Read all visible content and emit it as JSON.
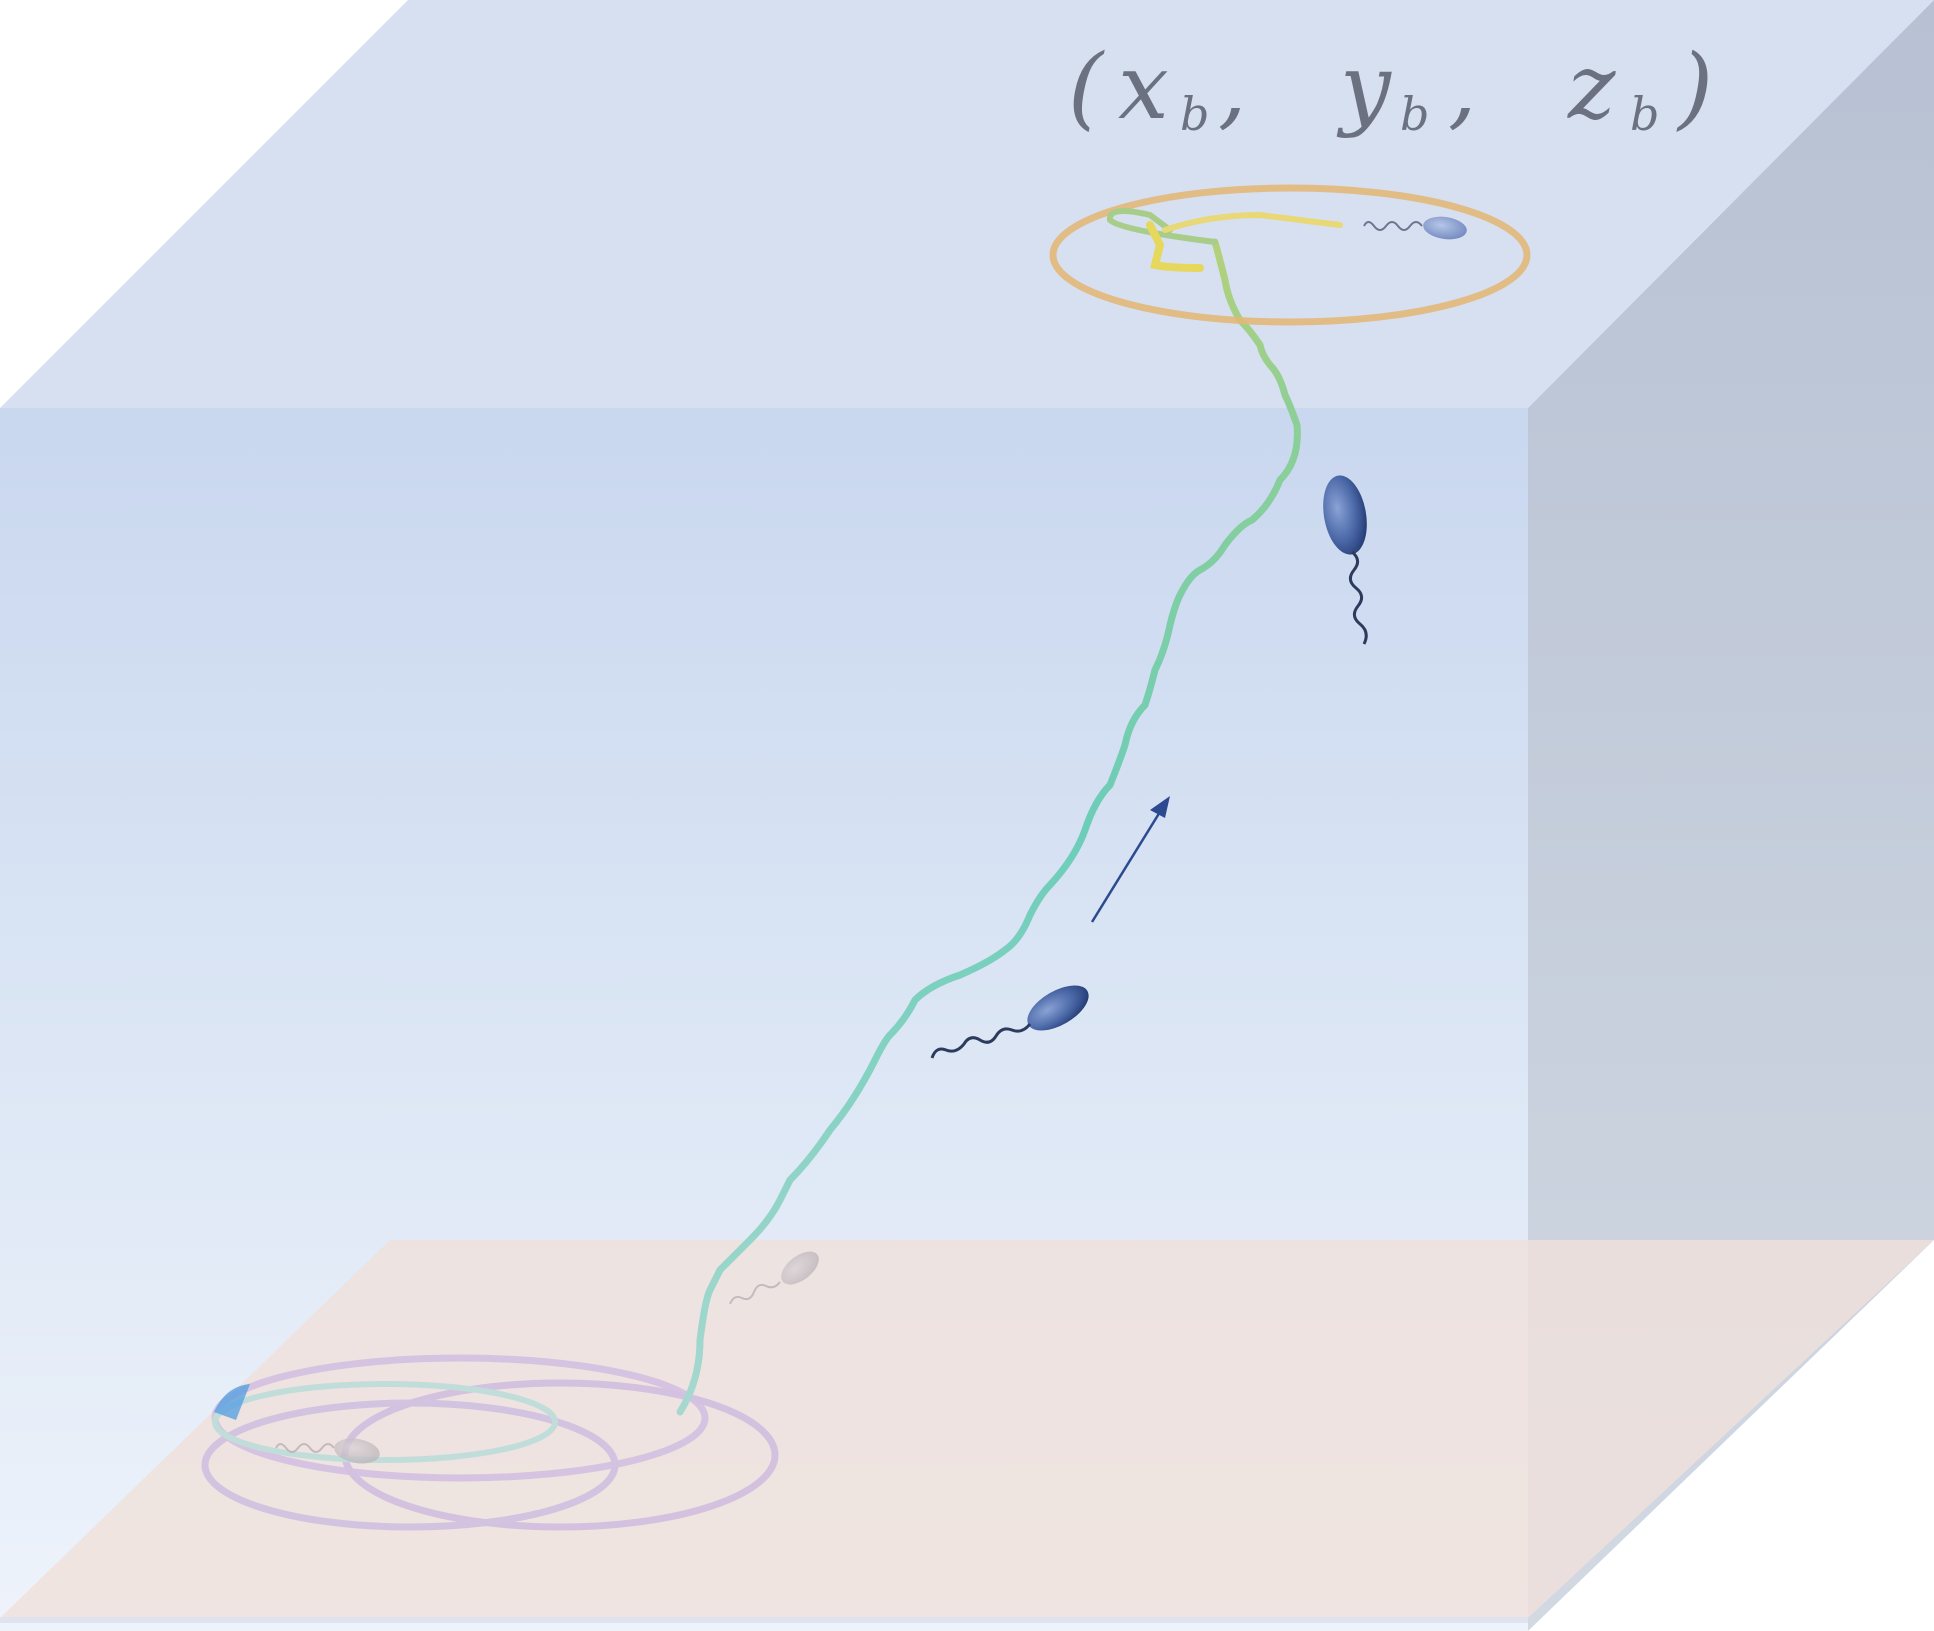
{
  "label": {
    "open": "(",
    "x": "x",
    "x_sub": "b",
    "y": "y",
    "y_sub": "b",
    "z": "z",
    "z_sub": "b",
    "sep": ",",
    "close": ")"
  },
  "colors": {
    "front_face_top": "#c8d6ee",
    "front_face_bottom": "#eef3fb",
    "top_face": "#d7e0f0",
    "right_face": "#b9c2d4",
    "floor_plane": "#ece0dc",
    "floor_edge": "#ddd6d6",
    "trail_start": "#c9b6e0",
    "trail_mid": "#72d0bd",
    "trail_top": "#e6b36a",
    "trail_end": "#e5e070",
    "arrow": "#2b4a8f",
    "bacterium": "#4a67a6"
  },
  "icons": {
    "bacterium": "bacterium-icon",
    "direction": "arrow-up-right-icon"
  }
}
